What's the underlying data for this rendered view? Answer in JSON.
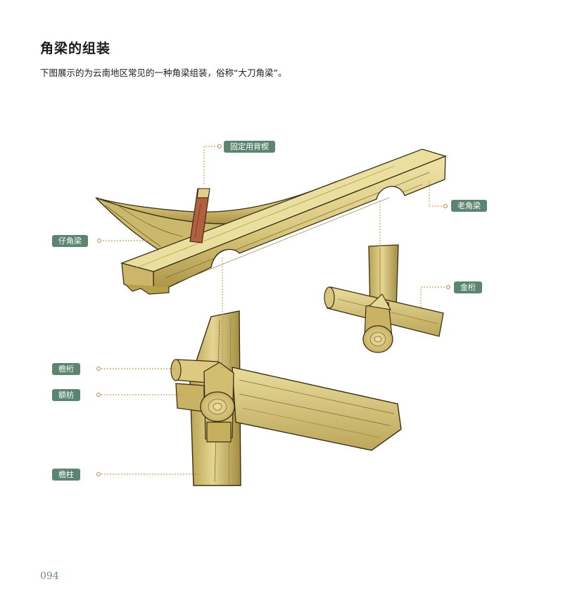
{
  "page": {
    "title": "角梁的组装",
    "subtitle": "下图展示的为云南地区常见的一种角梁组装，俗称“大刀角梁”。",
    "page_number": "094"
  },
  "labels": {
    "wedge": "固定用背楔",
    "old_corner_beam": "老角梁",
    "sub_corner_beam": "仔角梁",
    "golden_purlin": "金桁",
    "eave_purlin": "檐桁",
    "architrave": "额枋",
    "eave_column": "檐柱"
  },
  "colors": {
    "label_bg": "#5c8571",
    "leader_line": "#c8843a",
    "wood_light": "#e7d99a",
    "wood_mid": "#cdb766",
    "wood_dark": "#8f7b3a",
    "wedge": "#b0603e"
  }
}
